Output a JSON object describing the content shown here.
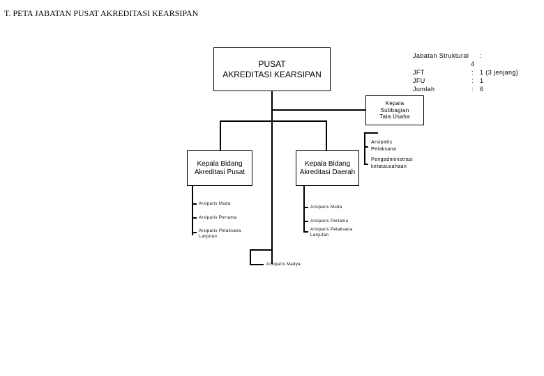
{
  "title": "T. PETA JABATAN PUSAT AKREDITASI KEARSIPAN",
  "nodes": {
    "pusat": "PUSAT\nAKREDITASI KEARSIPAN",
    "subbagian": "Kepala\nSubbagian\nTata Usaha",
    "bidang_pusat": "Kepala Bidang\nAkreditasi Pusat",
    "bidang_daerah": "Kepala Bidang\nAkreditasi  Daerah"
  },
  "positions": {
    "arsiparis_pelaksana": "Arsipatis\nPelaksana",
    "pengadministrasi": "Pengadministrasi\nketatausahaan",
    "pusat_muda": "Arsiparis Muda",
    "pusat_pertama": "Arsiparis Pertama",
    "pusat_pelaksana_lanjutan": "Arsiparis Pelaksana\nLanjutan",
    "daerah_muda": "Arsiparis Muda",
    "daerah_pertama": "Arsiparis Pertama",
    "daerah_pelaksana_lanjutan": "Arsiparis Pelaksana\nLanjutan",
    "madya": "Arsiparis Madya"
  },
  "stats": {
    "struktural_label": "Jabatan Struktural",
    "struktural_colon": ":",
    "struktural_value": "4",
    "jft_label": "JFT",
    "jft_colon": ":",
    "jft_value": "1 (3 jenjang)",
    "jfu_label": "JFU",
    "jfu_colon": ":",
    "jfu_value": "1",
    "jumlah_label": "Jumlah",
    "jumlah_colon": ":",
    "jumlah_value": "6"
  }
}
